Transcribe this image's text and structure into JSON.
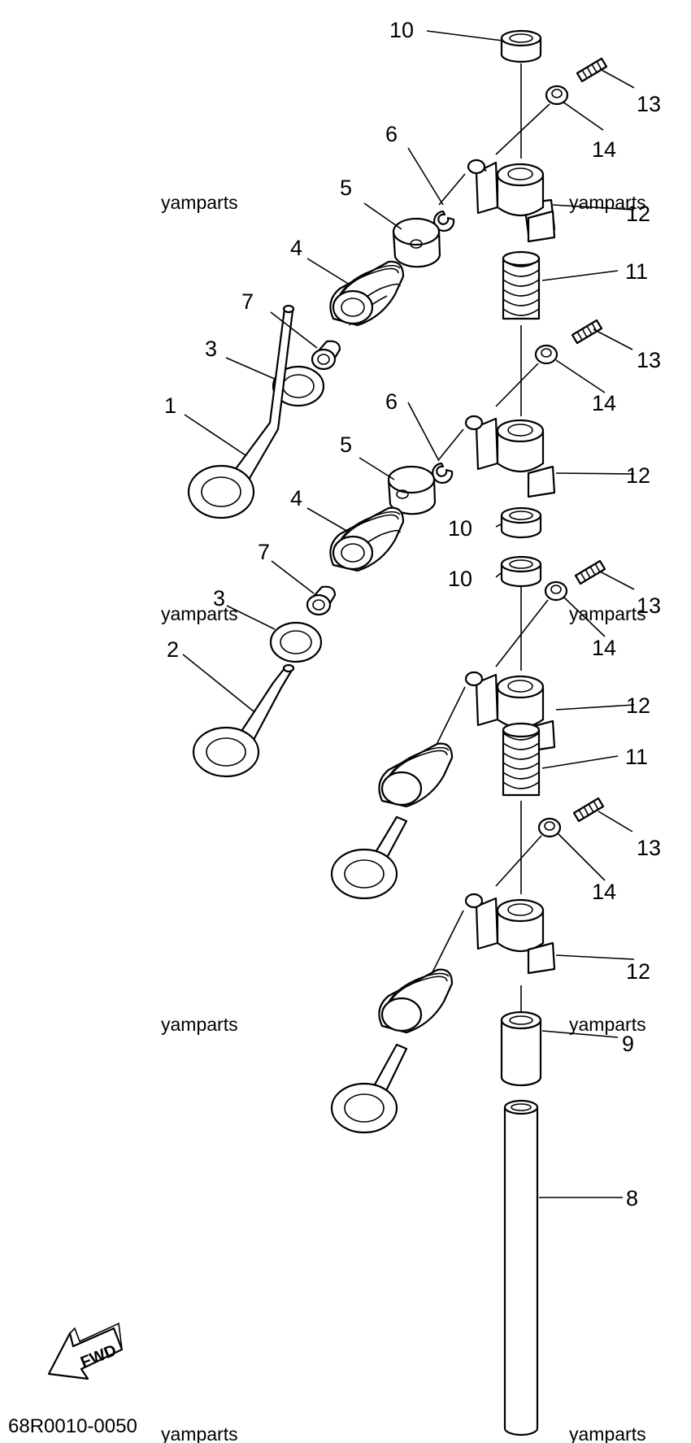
{
  "callouts": {
    "c1": "1",
    "c2": "2",
    "c3a": "3",
    "c3b": "3",
    "c4a": "4",
    "c4b": "4",
    "c5a": "5",
    "c5b": "5",
    "c6a": "6",
    "c6b": "6",
    "c7a": "7",
    "c7b": "7",
    "c8": "8",
    "c9": "9",
    "c10a": "10",
    "c10b": "10",
    "c10c": "10",
    "c11a": "11",
    "c11b": "11",
    "c12a": "12",
    "c12b": "12",
    "c12c": "12",
    "c12d": "12",
    "c13a": "13",
    "c13b": "13",
    "c13c": "13",
    "c13d": "13",
    "c14a": "14",
    "c14b": "14",
    "c14c": "14",
    "c14d": "14"
  },
  "watermarks": {
    "w1": "yamparts",
    "w2": "yamparts",
    "w3": "yamparts",
    "w4": "yamparts",
    "w5": "yamparts",
    "w6": "yamparts",
    "w7": "yamparts",
    "w8": "yamparts"
  },
  "diagram_code": "68R0010-0050",
  "fwd_label": "FWD",
  "line_color": "#000000",
  "background_color": "#ffffff"
}
